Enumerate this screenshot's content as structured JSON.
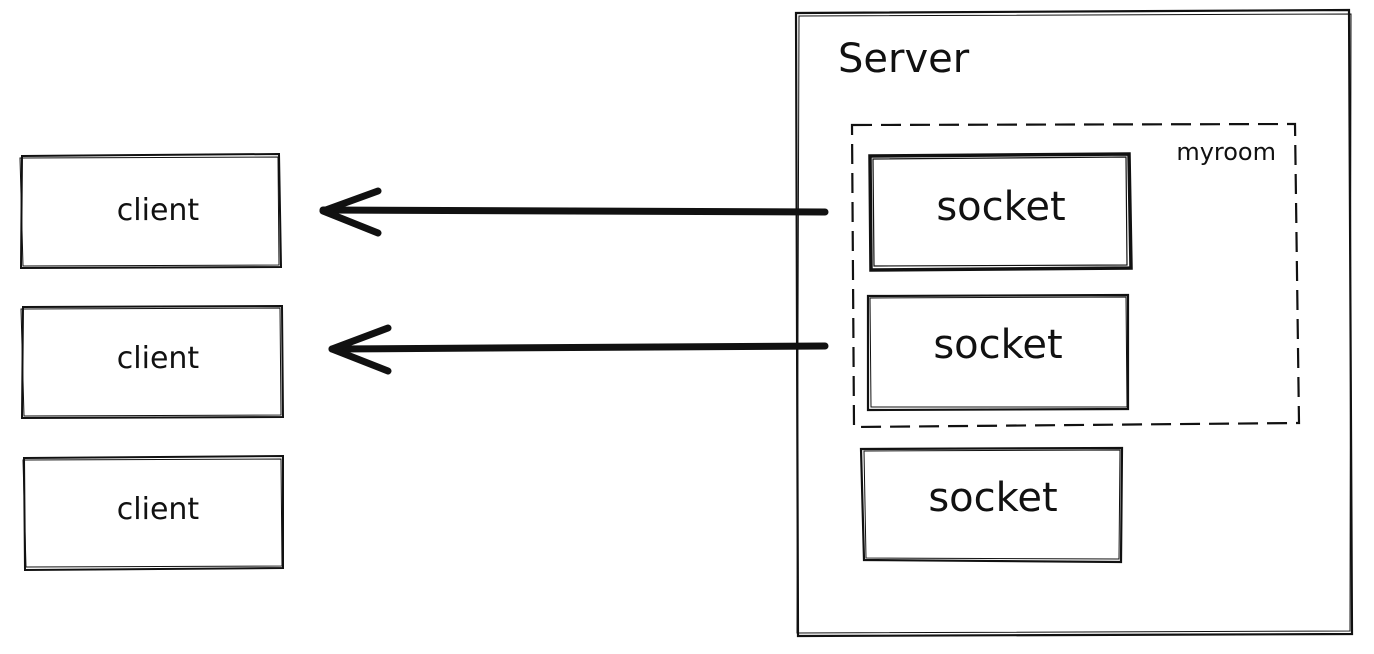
{
  "diagram": {
    "server": {
      "label": "Server",
      "room": {
        "label": "myroom",
        "sockets": [
          "socket",
          "socket"
        ]
      },
      "sockets_outside_room": [
        "socket"
      ]
    },
    "clients": [
      "client",
      "client",
      "client"
    ],
    "arrows": [
      {
        "from": "socket-1",
        "to": "client-1"
      },
      {
        "from": "socket-2",
        "to": "client-2"
      }
    ],
    "colors": {
      "stroke": "#111111",
      "background": "#ffffff"
    }
  }
}
